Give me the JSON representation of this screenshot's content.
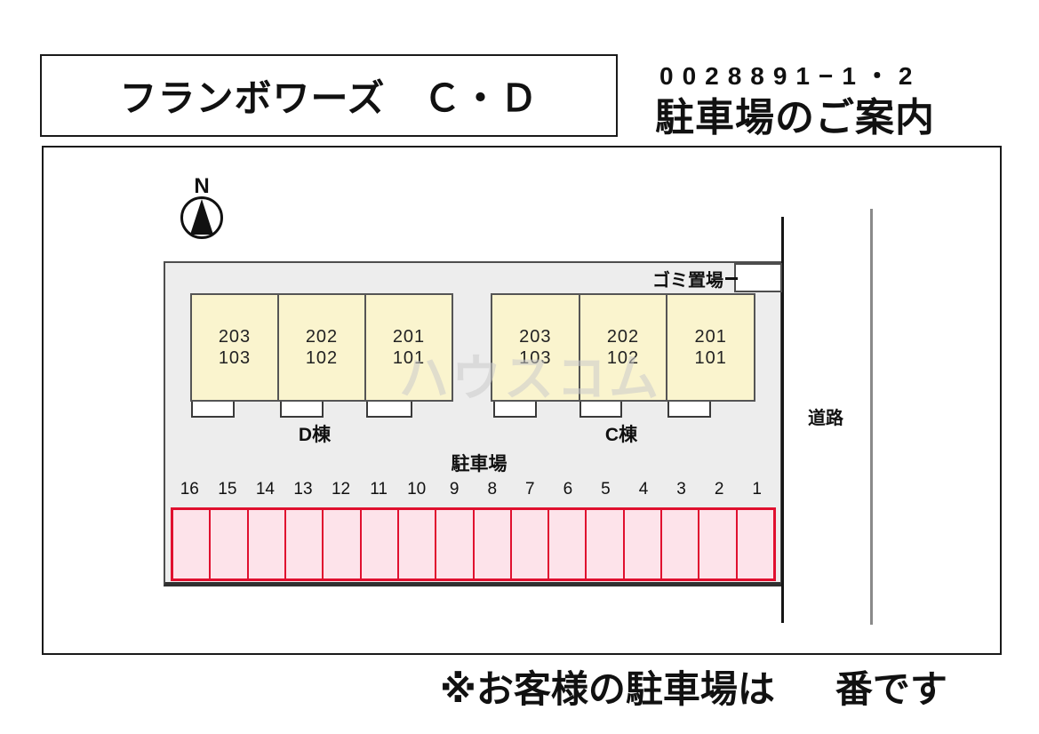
{
  "header": {
    "title": "フランボワーズ　Ｃ・Ｄ",
    "code": "0028891−1・2",
    "subtitle": "駐車場のご案内"
  },
  "map": {
    "compass_label": "N",
    "garbage_label": "ゴミ置場",
    "buildings": [
      {
        "name": "D棟",
        "units": [
          {
            "upper": "203",
            "lower": "103"
          },
          {
            "upper": "202",
            "lower": "102"
          },
          {
            "upper": "201",
            "lower": "101"
          }
        ]
      },
      {
        "name": "C棟",
        "units": [
          {
            "upper": "203",
            "lower": "103"
          },
          {
            "upper": "202",
            "lower": "102"
          },
          {
            "upper": "201",
            "lower": "101"
          }
        ]
      }
    ],
    "parking": {
      "label": "駐車場",
      "spaces": [
        "16",
        "15",
        "14",
        "13",
        "12",
        "11",
        "10",
        "9",
        "8",
        "7",
        "6",
        "5",
        "4",
        "3",
        "2",
        "1"
      ]
    },
    "road_label": "道路",
    "watermark": "ハウスコム"
  },
  "footer": {
    "note_prefix": "※お客様の駐車場は",
    "note_suffix": "番です"
  },
  "colors": {
    "building_fill": "#FAF4CE",
    "site_fill": "#EDEDED",
    "parking_fill": "#FDE3EA",
    "parking_border": "#E0102F",
    "outline_black": "#1a1a1a",
    "road_gray": "#8a8a8a"
  }
}
